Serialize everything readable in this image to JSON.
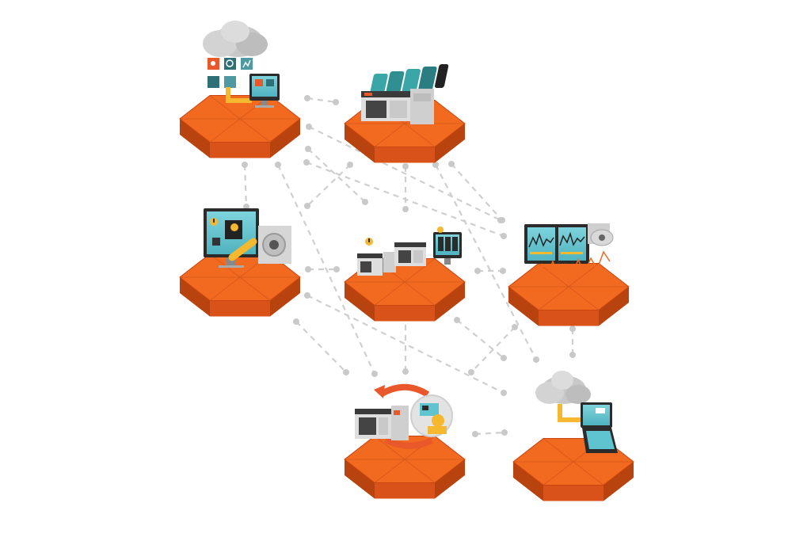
{
  "colors": {
    "platform_top": "#f26a1f",
    "platform_side": "#d9521a",
    "platform_dark": "#b8430f",
    "connector": "#cfcfcf",
    "accent_yellow": "#f5b82e",
    "screen_teal": "#5fc4cf",
    "machine_grey": "#d9d9d9",
    "machine_dark": "#3a3a3a",
    "cloud": "#cfcfcf"
  },
  "nodes": [
    {
      "id": "cloud-data",
      "icons": [
        "cloud-icon",
        "document-icon",
        "gear-icon",
        "chart-icon",
        "monitor-icon"
      ]
    },
    {
      "id": "machine-toolchanger",
      "icons": [
        "machine-icon",
        "tool-magazine-icon"
      ]
    },
    {
      "id": "cad-monitor-spindle",
      "icons": [
        "monitor-icon",
        "warning-icon",
        "spindle-icon"
      ]
    },
    {
      "id": "machine-line",
      "icons": [
        "machine-icon",
        "warning-icon",
        "monitor-icon"
      ]
    },
    {
      "id": "signal-analysis",
      "icons": [
        "monitor-icon",
        "waveform-icon",
        "sensor-icon"
      ]
    },
    {
      "id": "machine-cycle",
      "icons": [
        "machine-icon",
        "cycle-arrow-icon",
        "operator-icon"
      ]
    },
    {
      "id": "cloud-laptop",
      "icons": [
        "cloud-icon",
        "laptop-icon"
      ]
    }
  ]
}
